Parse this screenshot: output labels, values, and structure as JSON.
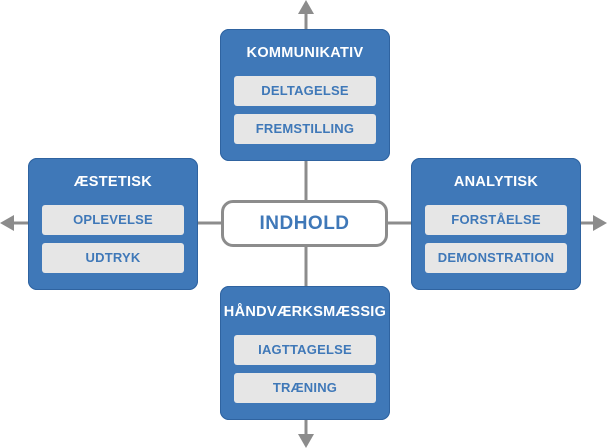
{
  "center": {
    "label": "INDHOLD"
  },
  "boxes": {
    "top": {
      "title": "KOMMUNIKATIV",
      "items": [
        "DELTAGELSE",
        "FREMSTILLING"
      ]
    },
    "left": {
      "title": "ÆSTETISK",
      "items": [
        "OPLEVELSE",
        "UDTRYK"
      ]
    },
    "right": {
      "title": "ANALYTISK",
      "items": [
        "FORSTÅELSE",
        "DEMONSTRATION"
      ]
    },
    "bottom": {
      "title": "HÅNDVÆRKSMÆSSIG",
      "items": [
        "IAGTTAGELSE",
        "TRÆNING"
      ]
    }
  },
  "colors": {
    "box_fill": "#3f78b8",
    "item_fill": "#e6e6e6",
    "connector": "#8c8c8c",
    "title_text": "#ffffff",
    "item_text": "#3f78b8"
  }
}
